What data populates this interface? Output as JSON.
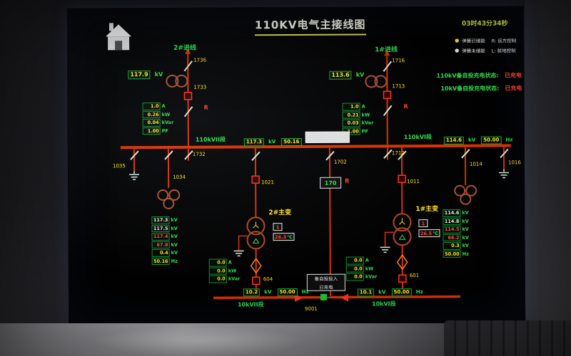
{
  "header": {
    "title": "110KV电气主接线图",
    "clock": "03时43分34秒"
  },
  "legend": {
    "rows": [
      {
        "dot": "●",
        "label": "弹簧已储能",
        "ctrl": "R: 远方控制"
      },
      {
        "dot": "●",
        "label": "弹簧未储能",
        "ctrl": "L: 就地控制"
      }
    ]
  },
  "status": [
    {
      "label": "110kV备自投充电状态:",
      "value": "已充电"
    },
    {
      "label": "10kV备自投充电状态:",
      "value": "已充电"
    }
  ],
  "feeder2": {
    "name": "2#进线",
    "kv": "117.9",
    "kv_unit": "kV",
    "sw_top": "1736",
    "sw_mid": "1733",
    "sw_bus": "1732",
    "ctrl": "R",
    "meter": [
      {
        "v": "1.0",
        "u": "A",
        "c": "y"
      },
      {
        "v": "0.26",
        "u": "kW",
        "c": "y"
      },
      {
        "v": "0.04",
        "u": "kVar",
        "c": "y"
      },
      {
        "v": "1.00",
        "u": "PF",
        "c": "y"
      }
    ]
  },
  "feeder1": {
    "name": "1#进线",
    "kv": "113.6",
    "kv_unit": "kV",
    "sw_top": "1716",
    "sw_mid": "1713",
    "sw_bus": "1712",
    "ctrl": "R",
    "meter": [
      {
        "v": "1.0",
        "u": "A",
        "c": "y"
      },
      {
        "v": "0.21",
        "u": "kW",
        "c": "y"
      },
      {
        "v": "0.03",
        "u": "kVar",
        "c": "y"
      },
      {
        "v": "1.00",
        "u": "PF",
        "c": "y"
      }
    ]
  },
  "bus110_2": {
    "name": "110kVII段",
    "kv": "117.3",
    "kv_unit": "kV",
    "hz": "50.16",
    "hz_unit": "Hz"
  },
  "bus110_1": {
    "name": "110kVI段",
    "kv": "114.6",
    "kv_unit": "kV",
    "hz": "50.00",
    "hz_unit": "Hz"
  },
  "tie110": {
    "sw": "1702",
    "breaker": "170",
    "ctrl": "R"
  },
  "aux_left": {
    "ground_sw": "1035",
    "pt_sw": "1034",
    "pt_meter": [
      {
        "v": "117.3",
        "u": "kV",
        "c": "w"
      },
      {
        "v": "117.5",
        "u": "kV",
        "c": "w"
      },
      {
        "v": "117.4",
        "u": "kV",
        "c": "r"
      },
      {
        "v": "67.8",
        "u": "kV",
        "c": "r"
      },
      {
        "v": "0.4",
        "u": "kV",
        "c": "y"
      },
      {
        "v": "50.16",
        "u": "Hz",
        "c": "y"
      }
    ]
  },
  "aux_right": {
    "ground_sw": "1016",
    "pt_sw": "1014",
    "pt_meter": [
      {
        "v": "114.6",
        "u": "kV",
        "c": "w"
      },
      {
        "v": "114.8",
        "u": "kV",
        "c": "w"
      },
      {
        "v": "114.5",
        "u": "kV",
        "c": "r"
      },
      {
        "v": "66.2",
        "u": "kV",
        "c": "r"
      },
      {
        "v": "0.3",
        "u": "kV",
        "c": "y"
      },
      {
        "v": "50.00",
        "u": "Hz",
        "c": "y"
      }
    ]
  },
  "tx2": {
    "name": "2#主变",
    "sw_hv": "1021",
    "tap": "1",
    "temp": "26.3",
    "temp_unit": "℃",
    "sw_lv": "604",
    "lv_meter": [
      {
        "v": "0.0",
        "u": "A",
        "c": "y"
      },
      {
        "v": "0.0",
        "u": "kW",
        "c": "y"
      },
      {
        "v": "0.0",
        "u": "kVar",
        "c": "y"
      }
    ]
  },
  "tx1": {
    "name": "1#主变",
    "sw_hv": "1011",
    "tap": "1",
    "temp": "26.5",
    "temp_unit": "℃",
    "sw_lv": "601",
    "lv_meter": [
      {
        "v": "0.0",
        "u": "A",
        "c": "y"
      },
      {
        "v": "0.0",
        "u": "kW",
        "c": "y"
      },
      {
        "v": "0.0",
        "u": "kVar",
        "c": "y"
      }
    ]
  },
  "bus10_2": {
    "name": "10kVII段",
    "kv": "10.2",
    "kv_unit": "kV",
    "hz": "50.00",
    "hz_unit": "Hz"
  },
  "bus10_1": {
    "name": "10kVI段",
    "kv": "10.1",
    "kv_unit": "kV",
    "hz": "50.00",
    "hz_unit": "Hz"
  },
  "tie10": {
    "sw": "9001",
    "info_line1": "备自投投入",
    "info_line2": "已充电"
  },
  "colors": {
    "bus_red": "#d83200",
    "text_green": "#2ae24e",
    "value_yellow": "#ffe41e",
    "alarm_red": "#ff4430",
    "white_text": "#ececec"
  },
  "icons": {
    "substation_building": "house-shape",
    "spring_status_dot": "●"
  }
}
